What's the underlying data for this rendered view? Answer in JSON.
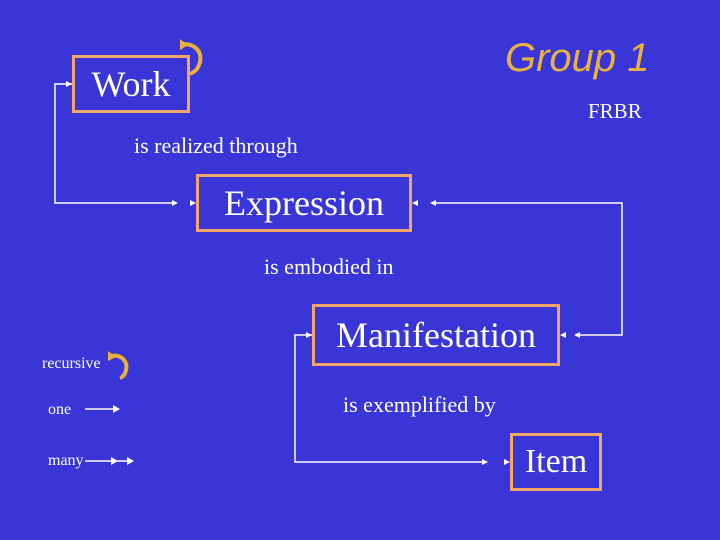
{
  "title": "Group 1",
  "subtitle": "FRBR",
  "entities": {
    "work": "Work",
    "expression": "Expression",
    "manifestation": "Manifestation",
    "item": "Item"
  },
  "relationships": {
    "work_expression": "is realized through",
    "expression_manifestation": "is embodied in",
    "manifestation_item": "is exemplified by"
  },
  "legend": {
    "recursive": "recursive",
    "one": "one",
    "many": "many"
  },
  "colors": {
    "background": "#3a35d6",
    "box_border": "#f4a66a",
    "title": "#e8b23c",
    "recursive_arrow": "#e8b23c",
    "line": "#ffffff"
  }
}
